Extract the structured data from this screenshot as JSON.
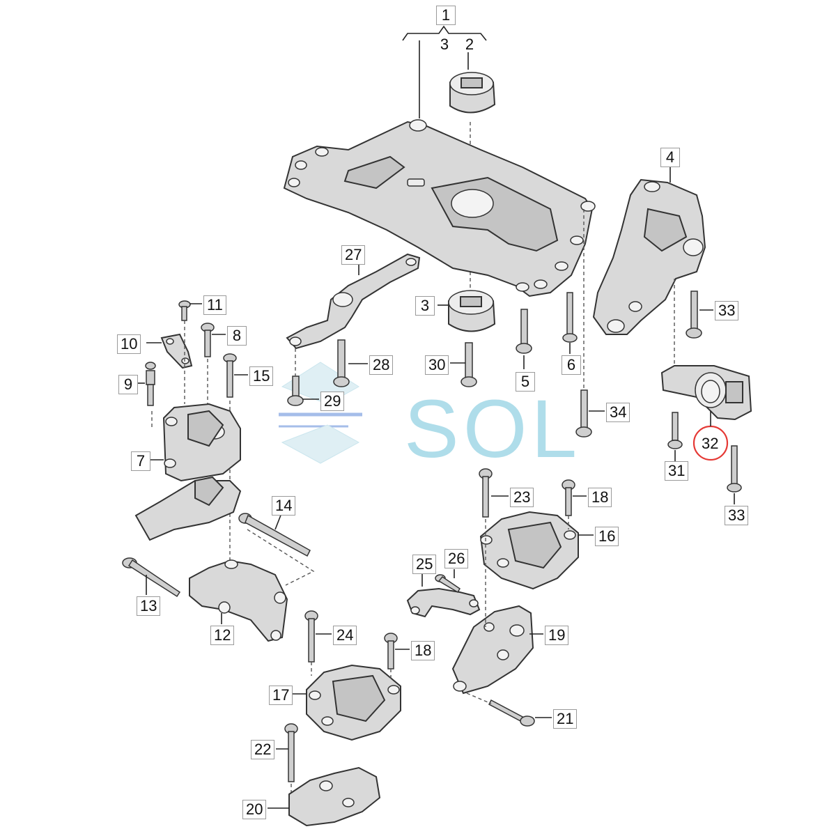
{
  "callouts": [
    {
      "id": "c1",
      "text": "1"
    },
    {
      "id": "c3top",
      "text": "3"
    },
    {
      "id": "c2",
      "text": "2"
    },
    {
      "id": "c4",
      "text": "4"
    },
    {
      "id": "c27",
      "text": "27"
    },
    {
      "id": "c11",
      "text": "11"
    },
    {
      "id": "c8",
      "text": "8"
    },
    {
      "id": "c10",
      "text": "10"
    },
    {
      "id": "c15",
      "text": "15"
    },
    {
      "id": "c9",
      "text": "9"
    },
    {
      "id": "c3",
      "text": "3"
    },
    {
      "id": "c28",
      "text": "28"
    },
    {
      "id": "c30",
      "text": "30"
    },
    {
      "id": "c29",
      "text": "29"
    },
    {
      "id": "c5",
      "text": "5"
    },
    {
      "id": "c6",
      "text": "6"
    },
    {
      "id": "c33a",
      "text": "33"
    },
    {
      "id": "c34",
      "text": "34"
    },
    {
      "id": "c7",
      "text": "7"
    },
    {
      "id": "c31",
      "text": "31"
    },
    {
      "id": "c32",
      "text": "32"
    },
    {
      "id": "c33b",
      "text": "33"
    },
    {
      "id": "c23",
      "text": "23"
    },
    {
      "id": "c18a",
      "text": "18"
    },
    {
      "id": "c16",
      "text": "16"
    },
    {
      "id": "c14",
      "text": "14"
    },
    {
      "id": "c25",
      "text": "25"
    },
    {
      "id": "c26",
      "text": "26"
    },
    {
      "id": "c13",
      "text": "13"
    },
    {
      "id": "c12",
      "text": "12"
    },
    {
      "id": "c24",
      "text": "24"
    },
    {
      "id": "c18b",
      "text": "18"
    },
    {
      "id": "c19",
      "text": "19"
    },
    {
      "id": "c17",
      "text": "17"
    },
    {
      "id": "c21",
      "text": "21"
    },
    {
      "id": "c22",
      "text": "22"
    },
    {
      "id": "c20",
      "text": "20"
    }
  ],
  "watermark": {
    "text": "SOL"
  },
  "highlight": {
    "part": "32",
    "color": "#e53935"
  },
  "colors": {
    "accent": "#6fc3d9",
    "line": "#222222",
    "part_fill": "#d9d9d9"
  }
}
